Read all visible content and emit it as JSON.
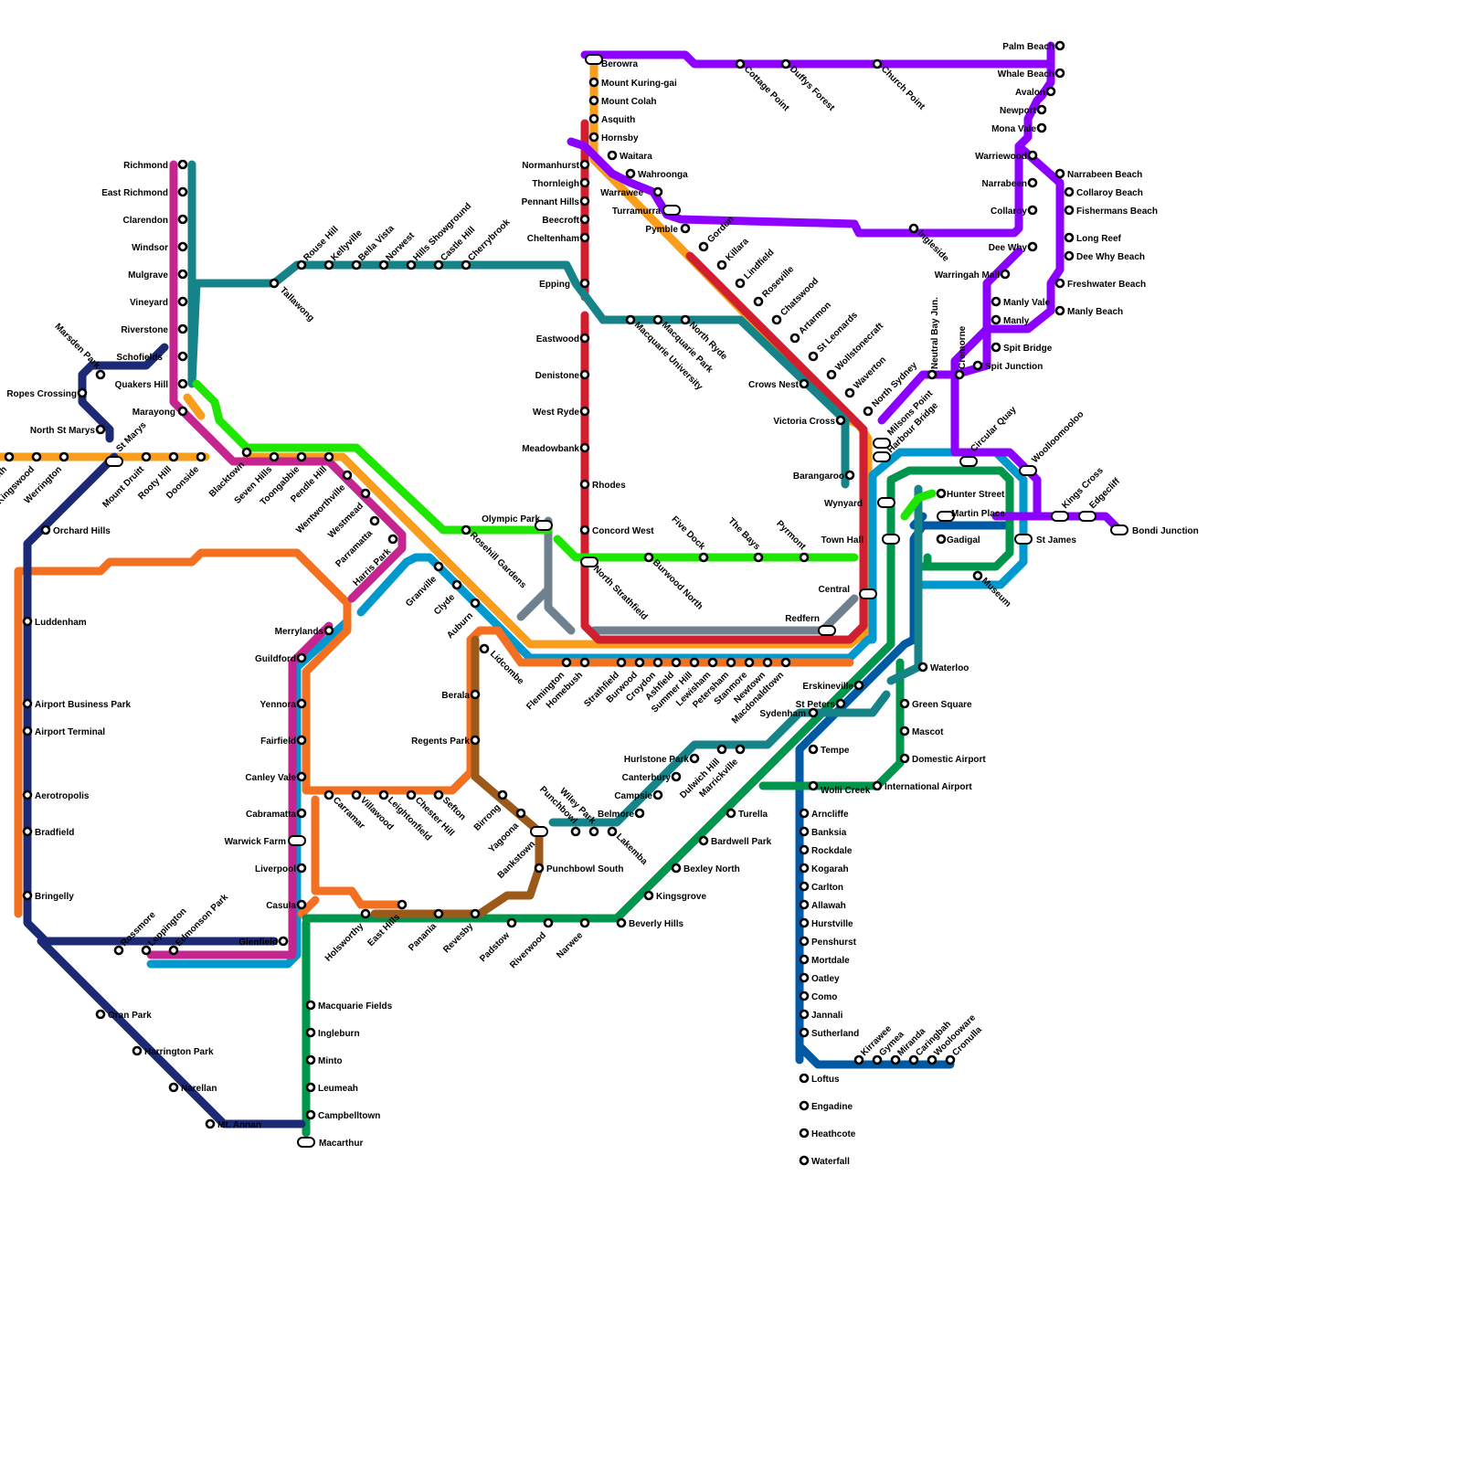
{
  "lines": [
    {
      "id": "t1-north",
      "name": "",
      "color": "#f99d1c"
    },
    {
      "id": "t1-west",
      "name": "",
      "color": "#f99d1c"
    },
    {
      "id": "t2",
      "name": "",
      "color": "#0098cd"
    },
    {
      "id": "t3",
      "name": "",
      "color": "#f37021"
    },
    {
      "id": "t4",
      "name": "",
      "color": "#005aa3"
    },
    {
      "id": "t5",
      "name": "",
      "color": "#c4258f"
    },
    {
      "id": "t7",
      "name": "",
      "color": "#6f818e"
    },
    {
      "id": "t8",
      "name": "",
      "color": "#00954c"
    },
    {
      "id": "t9",
      "name": "",
      "color": "#d11f2f"
    },
    {
      "id": "metro",
      "name": "",
      "color": "#168388"
    },
    {
      "id": "northern-beaches",
      "name": "",
      "color": "#8c00ff"
    },
    {
      "id": "parramatta-light",
      "name": "",
      "color": "#1ee600"
    },
    {
      "id": "bankstown",
      "name": "",
      "color": "#9b5a1a"
    },
    {
      "id": "southwest",
      "name": "",
      "color": "#1c2a76"
    }
  ],
  "stations": [
    {
      "name": "Penrith"
    },
    {
      "name": "Kingswood"
    },
    {
      "name": "Werrington"
    },
    {
      "name": "St Marys"
    },
    {
      "name": "Mount Druitt"
    },
    {
      "name": "Rooty Hill"
    },
    {
      "name": "Doonside"
    },
    {
      "name": "Blacktown"
    },
    {
      "name": "Seven Hills"
    },
    {
      "name": "Toongabbie"
    },
    {
      "name": "Pendle Hill"
    },
    {
      "name": "Wentworthville"
    },
    {
      "name": "Westmead"
    },
    {
      "name": "Parramatta"
    },
    {
      "name": "Harris Park"
    },
    {
      "name": "Granville"
    },
    {
      "name": "Clyde"
    },
    {
      "name": "Auburn"
    },
    {
      "name": "Lidcombe"
    },
    {
      "name": "Flemington"
    },
    {
      "name": "Homebush"
    },
    {
      "name": "Strathfield"
    },
    {
      "name": "Burwood"
    },
    {
      "name": "Croydon"
    },
    {
      "name": "Ashfield"
    },
    {
      "name": "Summer Hill"
    },
    {
      "name": "Lewisham"
    },
    {
      "name": "Petersham"
    },
    {
      "name": "Stanmore"
    },
    {
      "name": "Newtown"
    },
    {
      "name": "Macdonaldtown"
    },
    {
      "name": "Redfern"
    },
    {
      "name": "Central"
    },
    {
      "name": "Town Hall"
    },
    {
      "name": "Wynyard"
    },
    {
      "name": "Milsons Point"
    },
    {
      "name": "North Sydney"
    },
    {
      "name": "Waverton"
    },
    {
      "name": "Wollstonecraft"
    },
    {
      "name": "St Leonards"
    },
    {
      "name": "Artarmon"
    },
    {
      "name": "Chatswood"
    },
    {
      "name": "Roseville"
    },
    {
      "name": "Lindfield"
    },
    {
      "name": "Killara"
    },
    {
      "name": "Gordon"
    },
    {
      "name": "Pymble"
    },
    {
      "name": "Turramurra"
    },
    {
      "name": "Warrawee"
    },
    {
      "name": "Wahroonga"
    },
    {
      "name": "Waitara"
    },
    {
      "name": "Hornsby"
    },
    {
      "name": "Asquith"
    },
    {
      "name": "Mount Colah"
    },
    {
      "name": "Mount Kuring-gai"
    },
    {
      "name": "Berowra"
    },
    {
      "name": "Richmond"
    },
    {
      "name": "East Richmond"
    },
    {
      "name": "Clarendon"
    },
    {
      "name": "Windsor"
    },
    {
      "name": "Mulgrave"
    },
    {
      "name": "Vineyard"
    },
    {
      "name": "Riverstone"
    },
    {
      "name": "Schofields"
    },
    {
      "name": "Quakers Hill"
    },
    {
      "name": "Marayong"
    },
    {
      "name": "Tallawong"
    },
    {
      "name": "Rouse Hill"
    },
    {
      "name": "Kellyville"
    },
    {
      "name": "Bella Vista"
    },
    {
      "name": "Norwest"
    },
    {
      "name": "Hills Showground"
    },
    {
      "name": "Castle Hill"
    },
    {
      "name": "Cherrybrook"
    },
    {
      "name": "Epping"
    },
    {
      "name": "Macquarie University"
    },
    {
      "name": "Macquarie Park"
    },
    {
      "name": "North Ryde"
    },
    {
      "name": "Crows Nest"
    },
    {
      "name": "Victoria Cross"
    },
    {
      "name": "Barangaroo"
    },
    {
      "name": "Martin Place"
    },
    {
      "name": "Gadigal"
    },
    {
      "name": "Waterloo"
    },
    {
      "name": "Sydenham"
    },
    {
      "name": "Normanhurst"
    },
    {
      "name": "Thornleigh"
    },
    {
      "name": "Pennant Hills"
    },
    {
      "name": "Beecroft"
    },
    {
      "name": "Cheltenham"
    },
    {
      "name": "Eastwood"
    },
    {
      "name": "Denistone"
    },
    {
      "name": "West Ryde"
    },
    {
      "name": "Meadowbank"
    },
    {
      "name": "Rhodes"
    },
    {
      "name": "Concord West"
    },
    {
      "name": "North Strathfield"
    },
    {
      "name": "Palm Beach"
    },
    {
      "name": "Whale Beach"
    },
    {
      "name": "Avalon"
    },
    {
      "name": "Newport"
    },
    {
      "name": "Mona Vale"
    },
    {
      "name": "Warriewood"
    },
    {
      "name": "Narrabeen"
    },
    {
      "name": "Collaroy"
    },
    {
      "name": "Dee Why"
    },
    {
      "name": "Warringah Mall"
    },
    {
      "name": "Manly Vale"
    },
    {
      "name": "Manly"
    },
    {
      "name": "Spit Bridge"
    },
    {
      "name": "Spit Junction"
    },
    {
      "name": "Neutral Bay Jun."
    },
    {
      "name": "Cremorne"
    },
    {
      "name": "Narrabeen Beach"
    },
    {
      "name": "Collaroy Beach"
    },
    {
      "name": "Fishermans Beach"
    },
    {
      "name": "Long Reef"
    },
    {
      "name": "Dee Why Beach"
    },
    {
      "name": "Freshwater Beach"
    },
    {
      "name": "Manly Beach"
    },
    {
      "name": "Cottage Point"
    },
    {
      "name": "Duffys Forest"
    },
    {
      "name": "Church Point"
    },
    {
      "name": "Ingleside"
    },
    {
      "name": "Harbour Bridge"
    },
    {
      "name": "Circular Quay"
    },
    {
      "name": "Woolloomooloo"
    },
    {
      "name": "Kings Cross"
    },
    {
      "name": "Edgecliff"
    },
    {
      "name": "Bondi Junction"
    },
    {
      "name": "Hunter Street"
    },
    {
      "name": "St James"
    },
    {
      "name": "Museum"
    },
    {
      "name": "Olympic Park"
    },
    {
      "name": "Rosehill Gardens"
    },
    {
      "name": "Five Dock"
    },
    {
      "name": "Burwood North"
    },
    {
      "name": "The Bays"
    },
    {
      "name": "Pyrmont"
    },
    {
      "name": "Green Square"
    },
    {
      "name": "Mascot"
    },
    {
      "name": "Domestic Airport"
    },
    {
      "name": "International Airport"
    },
    {
      "name": "Wolli Creek"
    },
    {
      "name": "Erskineville"
    },
    {
      "name": "St Peters"
    },
    {
      "name": "Tempe"
    },
    {
      "name": "Arncliffe"
    },
    {
      "name": "Banksia"
    },
    {
      "name": "Rockdale"
    },
    {
      "name": "Kogarah"
    },
    {
      "name": "Carlton"
    },
    {
      "name": "Allawah"
    },
    {
      "name": "Hurstville"
    },
    {
      "name": "Penshurst"
    },
    {
      "name": "Mortdale"
    },
    {
      "name": "Oatley"
    },
    {
      "name": "Como"
    },
    {
      "name": "Jannali"
    },
    {
      "name": "Sutherland"
    },
    {
      "name": "Loftus"
    },
    {
      "name": "Engadine"
    },
    {
      "name": "Heathcote"
    },
    {
      "name": "Waterfall"
    },
    {
      "name": "Kirrawee"
    },
    {
      "name": "Gymea"
    },
    {
      "name": "Miranda"
    },
    {
      "name": "Caringbah"
    },
    {
      "name": "Woolooware"
    },
    {
      "name": "Cronulla"
    },
    {
      "name": "Turella"
    },
    {
      "name": "Bardwell Park"
    },
    {
      "name": "Bexley North"
    },
    {
      "name": "Kingsgrove"
    },
    {
      "name": "Beverly Hills"
    },
    {
      "name": "Narwee"
    },
    {
      "name": "Riverwood"
    },
    {
      "name": "Padstow"
    },
    {
      "name": "Revesby"
    },
    {
      "name": "Panania"
    },
    {
      "name": "East Hills"
    },
    {
      "name": "Holsworthy"
    },
    {
      "name": "Hurlstone Park"
    },
    {
      "name": "Canterbury"
    },
    {
      "name": "Campsie"
    },
    {
      "name": "Belmore"
    },
    {
      "name": "Dulwich Hill"
    },
    {
      "name": "Marrickville"
    },
    {
      "name": "Lakemba"
    },
    {
      "name": "Wiley Park"
    },
    {
      "name": "Punchbowl"
    },
    {
      "name": "Bankstown"
    },
    {
      "name": "Punchbowl South"
    },
    {
      "name": "Yagoona"
    },
    {
      "name": "Birrong"
    },
    {
      "name": "Regents Park"
    },
    {
      "name": "Berala"
    },
    {
      "name": "Sefton"
    },
    {
      "name": "Chester Hill"
    },
    {
      "name": "Leightonfield"
    },
    {
      "name": "Villawood"
    },
    {
      "name": "Carramar"
    },
    {
      "name": "Merrylands"
    },
    {
      "name": "Guildford"
    },
    {
      "name": "Yennora"
    },
    {
      "name": "Fairfield"
    },
    {
      "name": "Canley Vale"
    },
    {
      "name": "Cabramatta"
    },
    {
      "name": "Warwick Farm"
    },
    {
      "name": "Liverpool"
    },
    {
      "name": "Casula"
    },
    {
      "name": "Glenfield"
    },
    {
      "name": "Macquarie Fields"
    },
    {
      "name": "Ingleburn"
    },
    {
      "name": "Minto"
    },
    {
      "name": "Leumeah"
    },
    {
      "name": "Campbelltown"
    },
    {
      "name": "Macarthur"
    },
    {
      "name": "Edmonson Park"
    },
    {
      "name": "Leppington"
    },
    {
      "name": "Rossmore"
    },
    {
      "name": "Oran Park"
    },
    {
      "name": "Harrington Park"
    },
    {
      "name": "Narellan"
    },
    {
      "name": "Mt. Annan"
    },
    {
      "name": "Orchard Hills"
    },
    {
      "name": "Luddenham"
    },
    {
      "name": "Airport Business Park"
    },
    {
      "name": "Airport Terminal"
    },
    {
      "name": "Aerotropolis"
    },
    {
      "name": "Bradfield"
    },
    {
      "name": "Bringelly"
    },
    {
      "name": "Marsden Park"
    },
    {
      "name": "Ropes Crossing"
    },
    {
      "name": "North St Marys"
    }
  ]
}
